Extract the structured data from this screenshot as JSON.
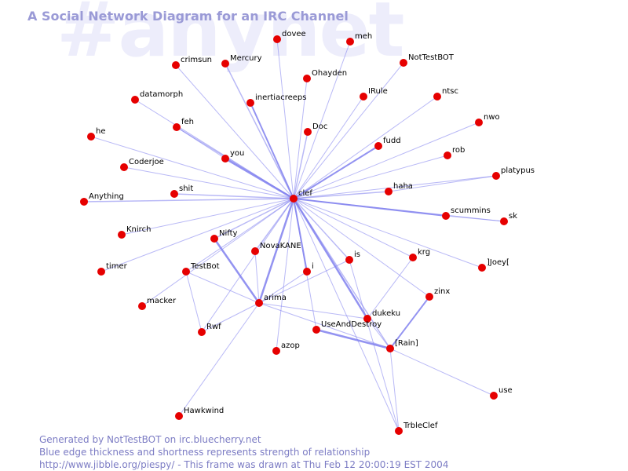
{
  "watermark": "#anynet",
  "title": "A Social Network Diagram for an IRC Channel",
  "footer": {
    "line1": "Generated by NotTestBOT on irc.bluecherry.net",
    "line2": "Blue edge thickness and shortness represents strength of relationship",
    "line3": "http://www.jibble.org/piespy/ - This frame was drawn at Thu Feb 12 20:00:19 EST 2004"
  },
  "colors": {
    "node": "#e60000",
    "edge": "#8080ee",
    "title": "#9a9ad6"
  },
  "nodes": [
    {
      "id": "clef"
    },
    {
      "id": "dovee"
    },
    {
      "id": "meh"
    },
    {
      "id": "crimsun"
    },
    {
      "id": "Mercury"
    },
    {
      "id": "NotTestBOT"
    },
    {
      "id": "Ohayden"
    },
    {
      "id": "datamorph"
    },
    {
      "id": "inertiacreeps"
    },
    {
      "id": "IRule"
    },
    {
      "id": "ntsc"
    },
    {
      "id": "feh"
    },
    {
      "id": "he"
    },
    {
      "id": "Doc"
    },
    {
      "id": "nwo"
    },
    {
      "id": "fudd"
    },
    {
      "id": "rob"
    },
    {
      "id": "you"
    },
    {
      "id": "Coderjoe"
    },
    {
      "id": "platypus"
    },
    {
      "id": "shit"
    },
    {
      "id": "haha"
    },
    {
      "id": "Anything"
    },
    {
      "id": "scummins"
    },
    {
      "id": "sk"
    },
    {
      "id": "Knirch"
    },
    {
      "id": "Nifty"
    },
    {
      "id": "NovaKANE"
    },
    {
      "id": "is"
    },
    {
      "id": "krg"
    },
    {
      "id": "]Joey["
    },
    {
      "id": "timer"
    },
    {
      "id": "TestBot"
    },
    {
      "id": "i"
    },
    {
      "id": "zinx"
    },
    {
      "id": "macker"
    },
    {
      "id": "arima"
    },
    {
      "id": "dukeku"
    },
    {
      "id": "Rwf"
    },
    {
      "id": "UseAndDestroy"
    },
    {
      "id": "[Rain]"
    },
    {
      "id": "azop"
    },
    {
      "id": "use"
    },
    {
      "id": "Hawkwind"
    },
    {
      "id": "TrbleClef"
    }
  ],
  "edges": [
    [
      "clef",
      "dovee",
      1
    ],
    [
      "clef",
      "meh",
      1
    ],
    [
      "clef",
      "crimsun",
      1
    ],
    [
      "clef",
      "Mercury",
      1.5
    ],
    [
      "clef",
      "NotTestBOT",
      1
    ],
    [
      "clef",
      "Ohayden",
      1
    ],
    [
      "clef",
      "datamorph",
      1
    ],
    [
      "clef",
      "inertiacreeps",
      2
    ],
    [
      "clef",
      "IRule",
      1
    ],
    [
      "clef",
      "ntsc",
      1
    ],
    [
      "clef",
      "feh",
      1.5
    ],
    [
      "clef",
      "he",
      1
    ],
    [
      "clef",
      "Doc",
      1.5
    ],
    [
      "clef",
      "nwo",
      1
    ],
    [
      "clef",
      "fudd",
      2
    ],
    [
      "clef",
      "rob",
      1
    ],
    [
      "clef",
      "you",
      2.5
    ],
    [
      "clef",
      "Coderjoe",
      1
    ],
    [
      "clef",
      "platypus",
      1
    ],
    [
      "clef",
      "shit",
      1.5
    ],
    [
      "clef",
      "haha",
      1.5
    ],
    [
      "clef",
      "Anything",
      1.5
    ],
    [
      "clef",
      "scummins",
      2
    ],
    [
      "clef",
      "sk",
      1
    ],
    [
      "clef",
      "Knirch",
      1
    ],
    [
      "clef",
      "Nifty",
      1.5
    ],
    [
      "clef",
      "NovaKANE",
      1.5
    ],
    [
      "clef",
      "is",
      1.5
    ],
    [
      "clef",
      "krg",
      1
    ],
    [
      "clef",
      "]Joey[",
      1
    ],
    [
      "clef",
      "timer",
      1
    ],
    [
      "clef",
      "TestBot",
      1
    ],
    [
      "clef",
      "i",
      2
    ],
    [
      "clef",
      "zinx",
      1
    ],
    [
      "clef",
      "arima",
      2.5
    ],
    [
      "clef",
      "dukeku",
      2.5
    ],
    [
      "clef",
      "UseAndDestroy",
      1
    ],
    [
      "clef",
      "azop",
      1
    ],
    [
      "clef",
      "[Rain]",
      1.5
    ],
    [
      "clef",
      "TrbleClef",
      1
    ],
    [
      "clef",
      "Rwf",
      1
    ],
    [
      "clef",
      "macker",
      1
    ],
    [
      "Nifty",
      "arima",
      2.5
    ],
    [
      "arima",
      "i",
      1
    ],
    [
      "arima",
      "is",
      1
    ],
    [
      "arima",
      "Rwf",
      1
    ],
    [
      "arima",
      "TestBot",
      1
    ],
    [
      "arima",
      "Hawkwind",
      1
    ],
    [
      "arima",
      "dukeku",
      1
    ],
    [
      "arima",
      "NovaKANE",
      1
    ],
    [
      "arima",
      "[Rain]",
      1
    ],
    [
      "TestBot",
      "Rwf",
      1
    ],
    [
      "UseAndDestroy",
      "[Rain]",
      2.5
    ],
    [
      "zinx",
      "[Rain]",
      2
    ],
    [
      "dukeku",
      "[Rain]",
      1
    ],
    [
      "[Rain]",
      "use",
      1
    ],
    [
      "[Rain]",
      "TrbleClef",
      1
    ],
    [
      "is",
      "TrbleClef",
      1
    ],
    [
      "dukeku",
      "krg",
      1
    ],
    [
      "feh",
      "you",
      1
    ],
    [
      "haha",
      "platypus",
      1
    ],
    [
      "scummins",
      "sk",
      1
    ]
  ]
}
